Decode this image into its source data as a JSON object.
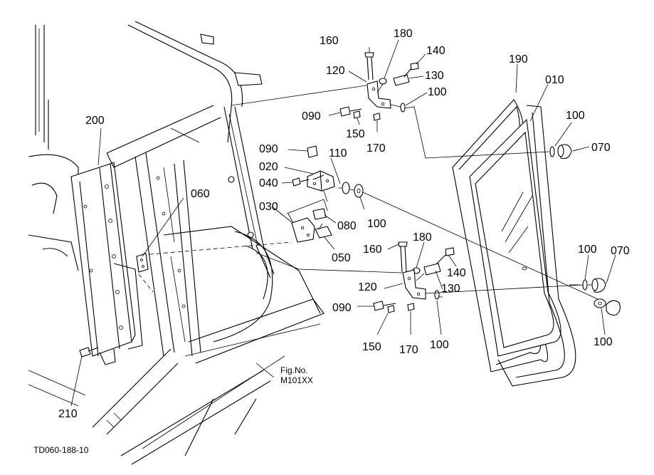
{
  "labels": {
    "p160a": "160",
    "p180a": "180",
    "p140a": "140",
    "p120a": "120",
    "p130a": "130",
    "p100a": "100",
    "p090a": "090",
    "p150a": "150",
    "p170a": "170",
    "p190": "190",
    "p010": "010",
    "p100b": "100",
    "p070a": "070",
    "p200": "200",
    "p090b": "090",
    "p110": "110",
    "p020": "020",
    "p040": "040",
    "p100c": "100",
    "p060": "060",
    "p030": "030",
    "p080": "080",
    "p050": "050",
    "p160b": "160",
    "p180b": "180",
    "p140b": "140",
    "p100d": "100",
    "p070b": "070",
    "p120b": "120",
    "p130b": "130",
    "p090c": "090",
    "p150b": "150",
    "p170b": "170",
    "p100e": "100",
    "p100f": "100",
    "p210": "210"
  },
  "fig_label": "Fig.No.",
  "fig_number": "M101XX",
  "drawing_code": "TD060-188-10"
}
